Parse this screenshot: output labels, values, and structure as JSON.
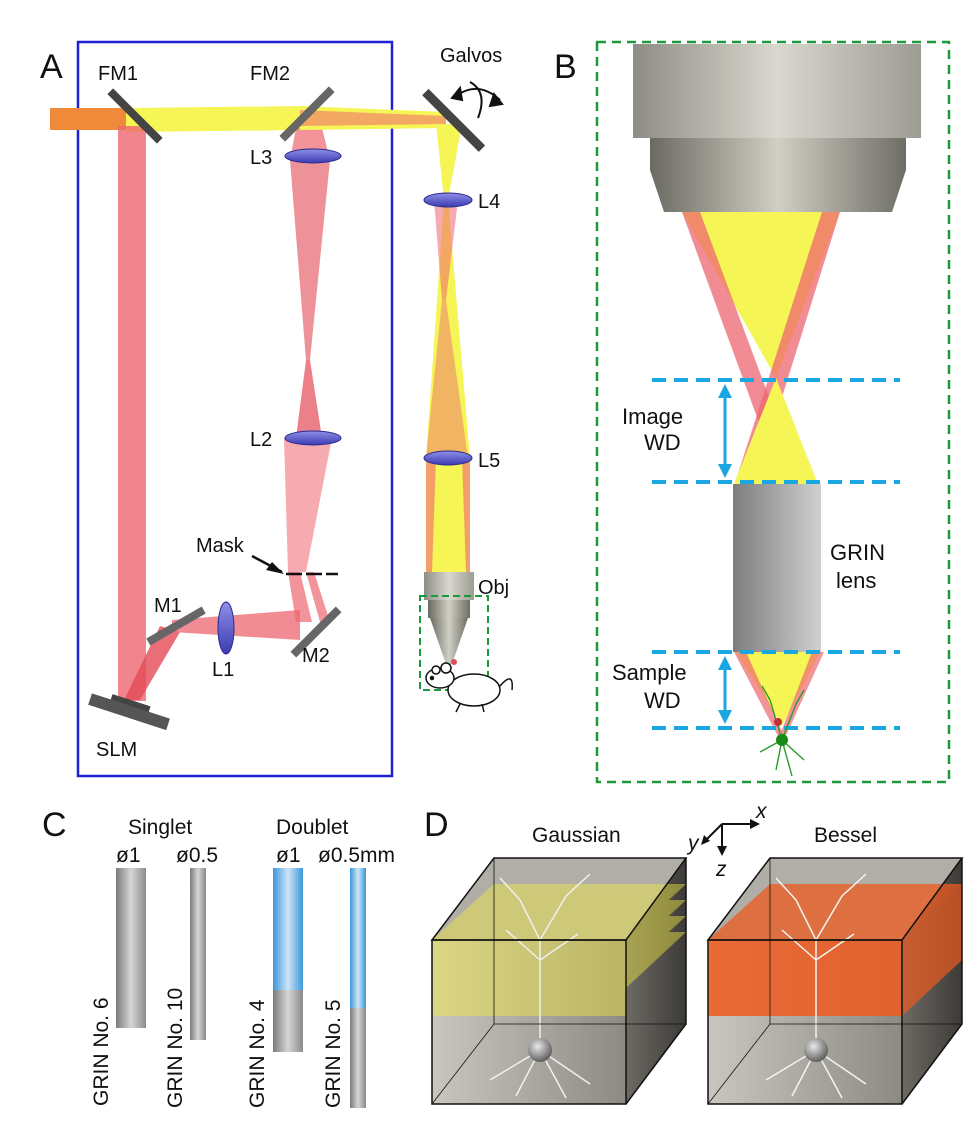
{
  "panels": {
    "A": {
      "letter": "A",
      "labels": {
        "fm1": "FM1",
        "fm2": "FM2",
        "galvos": "Galvos",
        "l1": "L1",
        "l2": "L2",
        "l3": "L3",
        "l4": "L4",
        "l5": "L5",
        "m1": "M1",
        "m2": "M2",
        "mask": "Mask",
        "slm": "SLM",
        "obj": "Obj"
      }
    },
    "B": {
      "letter": "B",
      "labels": {
        "image_wd_line1": "Image",
        "image_wd_line2": "WD",
        "grin_line1": "GRIN",
        "grin_line2": "lens",
        "sample_wd_line1": "Sample",
        "sample_wd_line2": "WD"
      }
    },
    "C": {
      "letter": "C",
      "labels": {
        "singlet": "Singlet",
        "doublet": "Doublet",
        "d_s1": "ø1",
        "d_s2": "ø0.5",
        "d_d1": "ø1",
        "d_d2": "ø0.5mm",
        "grin6": "GRIN No. 6",
        "grin10": "GRIN No. 10",
        "grin4": "GRIN No. 4",
        "grin5": "GRIN No. 5"
      }
    },
    "D": {
      "letter": "D",
      "labels": {
        "gaussian": "Gaussian",
        "bessel": "Bessel",
        "axis_x": "x",
        "axis_y": "y",
        "axis_z": "z"
      }
    }
  },
  "colors": {
    "box_blue": "#1f1fd6",
    "dash_green": "#1a9a3a",
    "dash_cyan": "#1aa6e0",
    "beam_yellow": "#f5f556",
    "beam_red": "#ee6670",
    "beam_orange": "#ef8a3a",
    "lens_blue": "#5a5acf",
    "bessel_orange": "#ee5a1e"
  }
}
